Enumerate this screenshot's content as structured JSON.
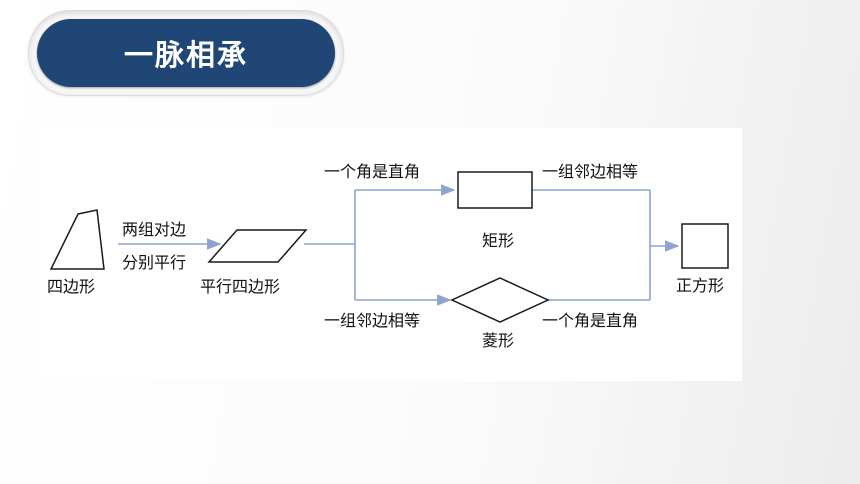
{
  "header": {
    "title": "一脉相承"
  },
  "diagram": {
    "nodes": {
      "quadrilateral": "四边形",
      "parallelogram": "平行四边形",
      "rectangle": "矩形",
      "rhombus": "菱形",
      "square": "正方形"
    },
    "edges": {
      "quad_to_para_line1": "两组对边",
      "quad_to_para_line2": "分别平行",
      "para_to_rect": "一个角是直角",
      "rect_to_square": "一组邻边相等",
      "para_to_rhombus": "一组邻边相等",
      "rhombus_to_square": "一个角是直角"
    },
    "colors": {
      "arrow": "#8ea4cf",
      "shape_stroke": "#1a1a1a",
      "title_bg": "#1f4674"
    }
  }
}
